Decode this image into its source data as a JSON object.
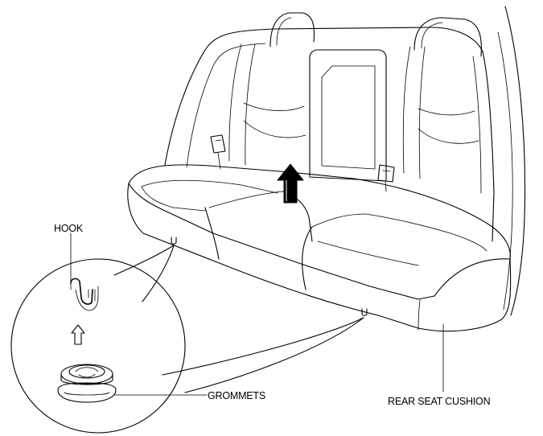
{
  "figure": {
    "labels": {
      "hook": "HOOK",
      "grommets": "GROMMETS",
      "rear_seat_cushion": "REAR SEAT CUSHION"
    },
    "icons": {
      "lift_arrow": "up-arrow-icon",
      "install_arrow": "up-arrow-icon"
    },
    "colors": {
      "line": "#000000",
      "background": "#ffffff"
    }
  }
}
